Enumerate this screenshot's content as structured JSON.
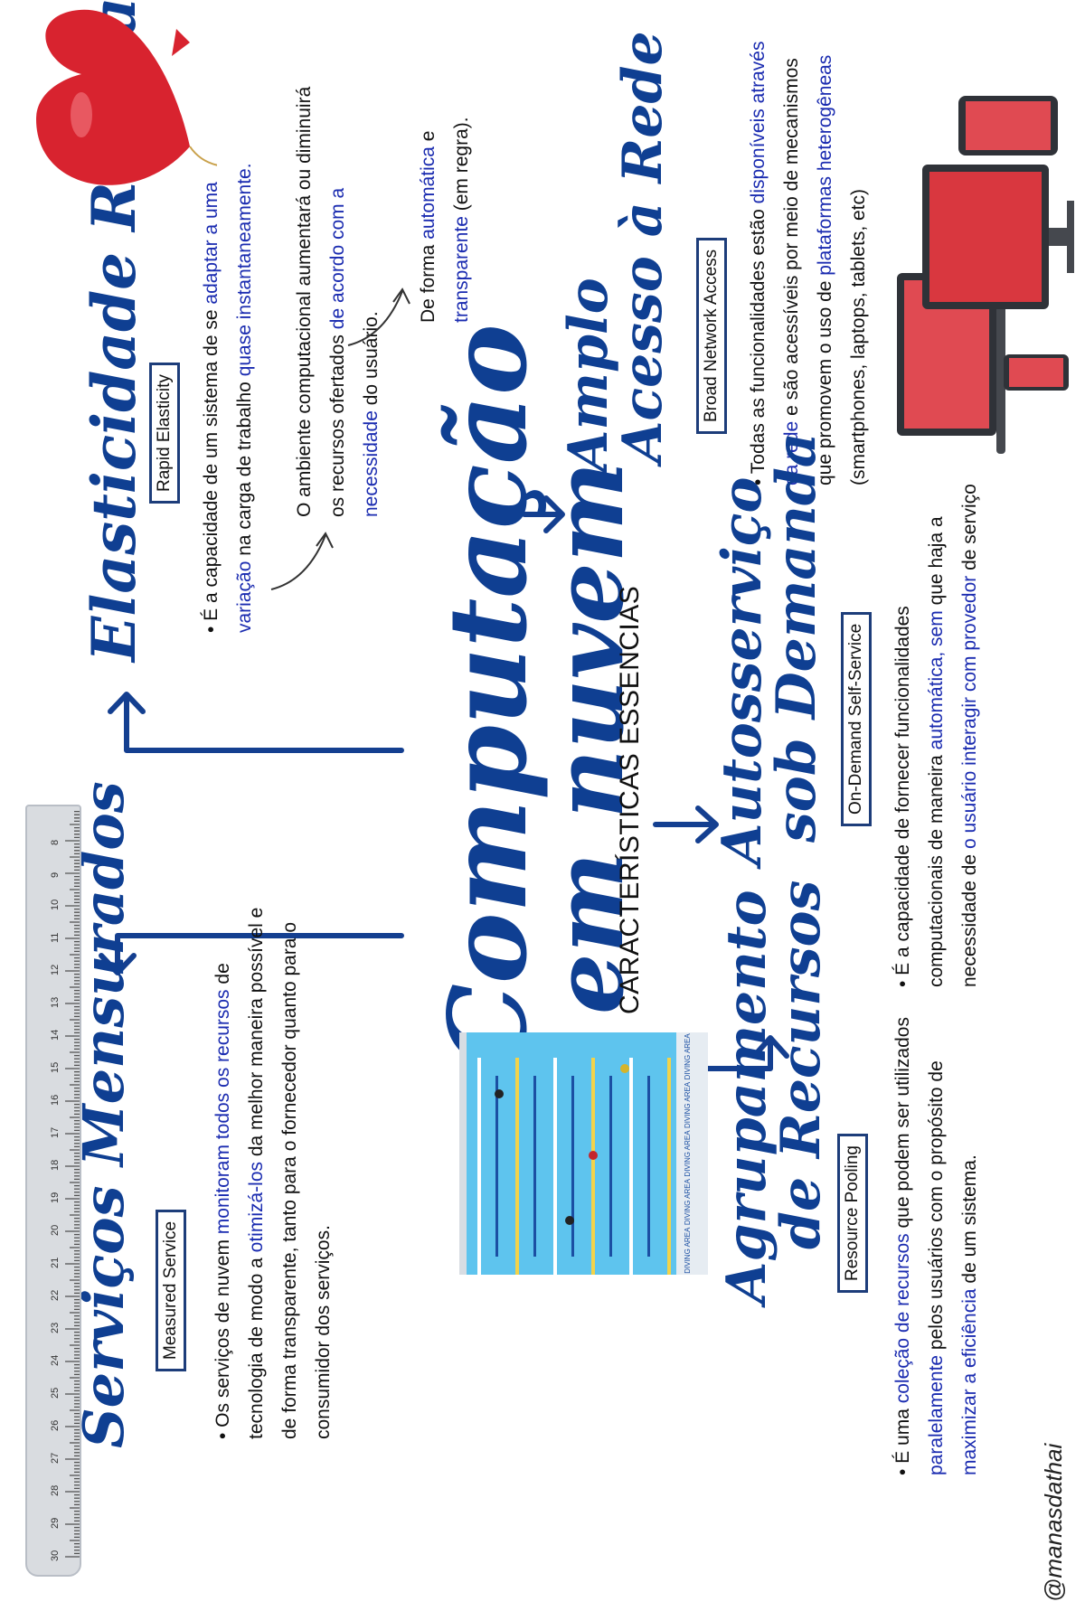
{
  "main": {
    "title_line1": "Computação",
    "title_line2": "em nuvem",
    "subtitle": "CARACTERÍSTICAS ESSENCIAS"
  },
  "sections": {
    "elasticidade": {
      "title": "Elasticidade Rápida",
      "tag": "Rapid Elasticity",
      "text": [
        {
          "t": "É a capacidade de um sistema de se ",
          "h": false
        },
        {
          "t": "adaptar a uma variação",
          "h": true
        },
        {
          "t": " na carga de trabalho ",
          "h": false
        },
        {
          "t": "quase instantaneamente.",
          "h": true
        }
      ],
      "note1": [
        {
          "t": "O ambiente computacional aumentará ou diminuirá os recursos ofertados ",
          "h": false
        },
        {
          "t": "de acordo com a necessidade",
          "h": true
        },
        {
          "t": " do usuário.",
          "h": false
        }
      ],
      "note2": [
        {
          "t": "De forma ",
          "h": false
        },
        {
          "t": "automática",
          "h": true
        },
        {
          "t": " e ",
          "h": false
        },
        {
          "t": "transparente",
          "h": true
        },
        {
          "t": " (em regra).",
          "h": false
        }
      ]
    },
    "amplo": {
      "title_line1": "Amplo",
      "title_line2": "Acesso à Rede",
      "tag": "Broad Network Access",
      "text": [
        {
          "t": "Todas as funcionalidades estão ",
          "h": false
        },
        {
          "t": "disponíveis através da rede",
          "h": true
        },
        {
          "t": " e são acessíveis por meio de mecanismos que promovem o uso de ",
          "h": false
        },
        {
          "t": "plataformas heterogêneas",
          "h": true
        },
        {
          "t": " (smartphones, laptops, tablets, etc)",
          "h": false
        }
      ]
    },
    "servicos": {
      "title": "Serviços Mensurados",
      "tag": "Measured Service",
      "text": [
        {
          "t": "Os serviços de nuvem ",
          "h": false
        },
        {
          "t": "monitoram todos os recursos",
          "h": true
        },
        {
          "t": " de tecnologia de modo a ",
          "h": false
        },
        {
          "t": "otimizá-los",
          "h": true
        },
        {
          "t": " da melhor maneira possível e de forma transparente, tanto para o fornecedor quanto para o consumidor dos serviços.",
          "h": false
        }
      ]
    },
    "autosservico": {
      "title_line1": "Autosserviço",
      "title_line2": "sob Demanda",
      "tag": "On-Demand Self-Service",
      "text": [
        {
          "t": "É a capacidade de fornecer funcionalidades computacionais de maneira ",
          "h": false
        },
        {
          "t": "automática, sem",
          "h": true
        },
        {
          "t": " que haja a necessidade de ",
          "h": false
        },
        {
          "t": "o usuário interagir com provedor",
          "h": true
        },
        {
          "t": " de serviço",
          "h": false
        }
      ]
    },
    "agrupamento": {
      "title_line1": "Agrupamento",
      "title_line2": "de Recursos",
      "tag": "Resource Pooling",
      "text": [
        {
          "t": "É uma ",
          "h": false
        },
        {
          "t": "coleção de recursos",
          "h": true
        },
        {
          "t": " que podem ser utilizados ",
          "h": false
        },
        {
          "t": "paralelamente",
          "h": true
        },
        {
          "t": " pelos usuários com o propósito de ",
          "h": false
        },
        {
          "t": "maximizar a eficiência",
          "h": true
        },
        {
          "t": " de um sistema.",
          "h": false
        }
      ]
    }
  },
  "ruler": {
    "numbers": [
      "30",
      "29",
      "28",
      "27",
      "26",
      "25",
      "24",
      "23",
      "22",
      "21",
      "20",
      "19",
      "18",
      "17",
      "16",
      "15",
      "14",
      "13",
      "12",
      "11",
      "10",
      "9",
      "8"
    ]
  },
  "pool": {
    "lane_label": "DIVING AREA"
  },
  "watermark": "@manasdathai",
  "colors": {
    "title_blue": "#0f3f92",
    "highlight_blue": "#1a2bb0",
    "arrow_blue": "#143f90",
    "heart_red": "#d8232f"
  }
}
